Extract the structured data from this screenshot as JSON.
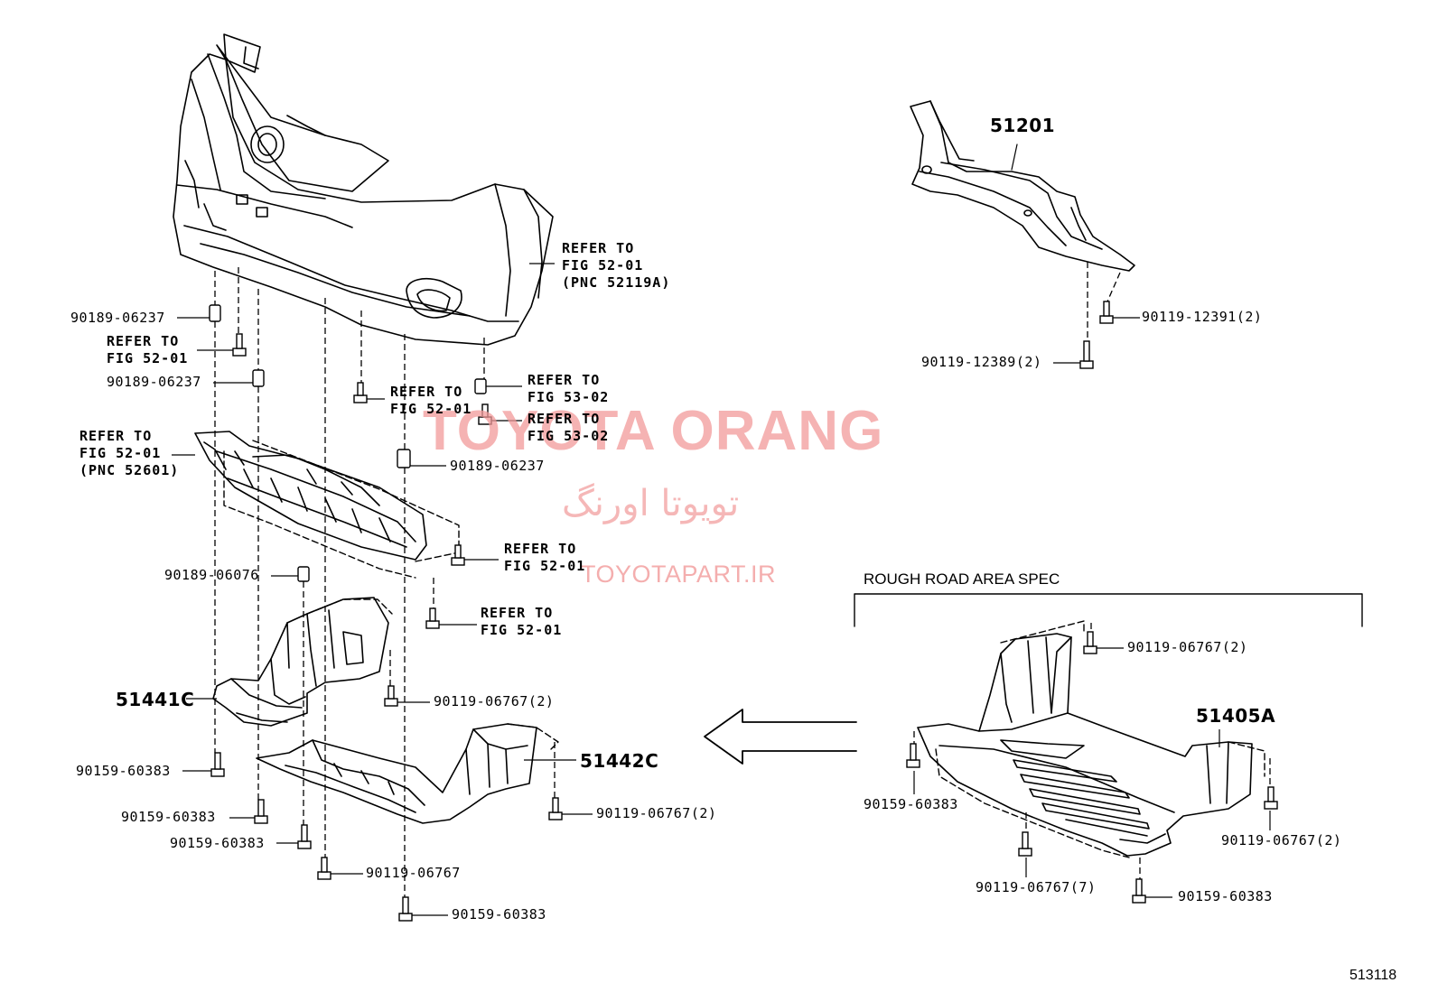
{
  "watermark": {
    "brand_en": "TOYOTA ORANG",
    "brand_fa": "تویوتا اورنگ",
    "site": "TOYOTAPART.IR"
  },
  "figure_number": "513118",
  "section_label": "ROUGH ROAD AREA SPEC",
  "part_numbers": {
    "bumper_clip_top": "90189-06237",
    "refer_52_01_a": "REFER TO\nFIG 52-01",
    "clip_mid": "90189-06237",
    "refer_bumper": "REFER TO\nFIG 52-01\n(PNC 52119A)",
    "refer_53_02_a": "REFER TO\nFIG 53-02",
    "refer_52_01_b": "REFER TO\nFIG 52-01",
    "refer_53_02_b": "REFER TO\nFIG 53-02",
    "refer_52601": "REFER TO\nFIG 52-01\n(PNC 52601)",
    "clip_right": "90189-06237",
    "refer_52_01_c": "REFER TO\nFIG 52-01",
    "clip_06076": "90189-06076",
    "refer_52_01_d": "REFER TO\nFIG 52-01",
    "cover_left": "51441C",
    "bolt_06767_2_a": "90119-06767(2)",
    "cover_right": "51442C",
    "screw_60383_a": "90159-60383",
    "screw_60383_b": "90159-60383",
    "screw_60383_c": "90159-60383",
    "bolt_06767_2_b": "90119-06767(2)",
    "bolt_06767": "90119-06767",
    "screw_60383_d": "90159-60383",
    "crossmember": "51201",
    "bolt_12391": "90119-12391(2)",
    "bolt_12389": "90119-12389(2)",
    "rough_bolt_top": "90119-06767(2)",
    "rough_cover": "51405A",
    "rough_screw_left": "90159-60383",
    "rough_bolt_right": "90119-06767(2)",
    "rough_bolt_7": "90119-06767(7)",
    "rough_screw_bottom": "90159-60383"
  }
}
